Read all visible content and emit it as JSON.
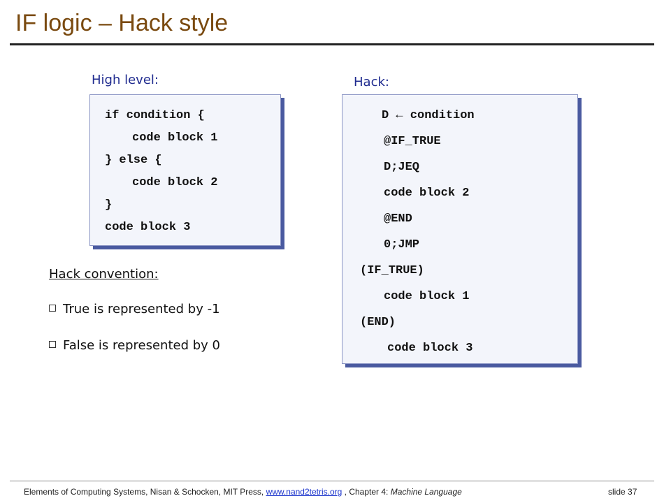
{
  "title": "IF logic – Hack style",
  "high_level": {
    "label": "High level:",
    "lines": [
      "if condition {",
      "code block 1",
      "} else {",
      "code block 2",
      "}",
      "code block 3"
    ]
  },
  "hack": {
    "label": "Hack:",
    "lines": [
      "D ← condition",
      "@IF_TRUE",
      "D;JEQ",
      "code block 2",
      "@END",
      "0;JMP",
      "(IF_TRUE)",
      "code block 1",
      "(END)",
      "code block 3"
    ]
  },
  "convention": {
    "heading": "Hack convention:",
    "items": [
      "True is represented by -1",
      "False is represented by 0"
    ]
  },
  "footer": {
    "prefix": "Elements of Computing Systems, Nisan & Schocken, MIT Press,",
    "link": "www.nand2tetris.org",
    "middle": ", Chapter 4:",
    "chapter": "Machine Language",
    "slide": "slide 37"
  }
}
